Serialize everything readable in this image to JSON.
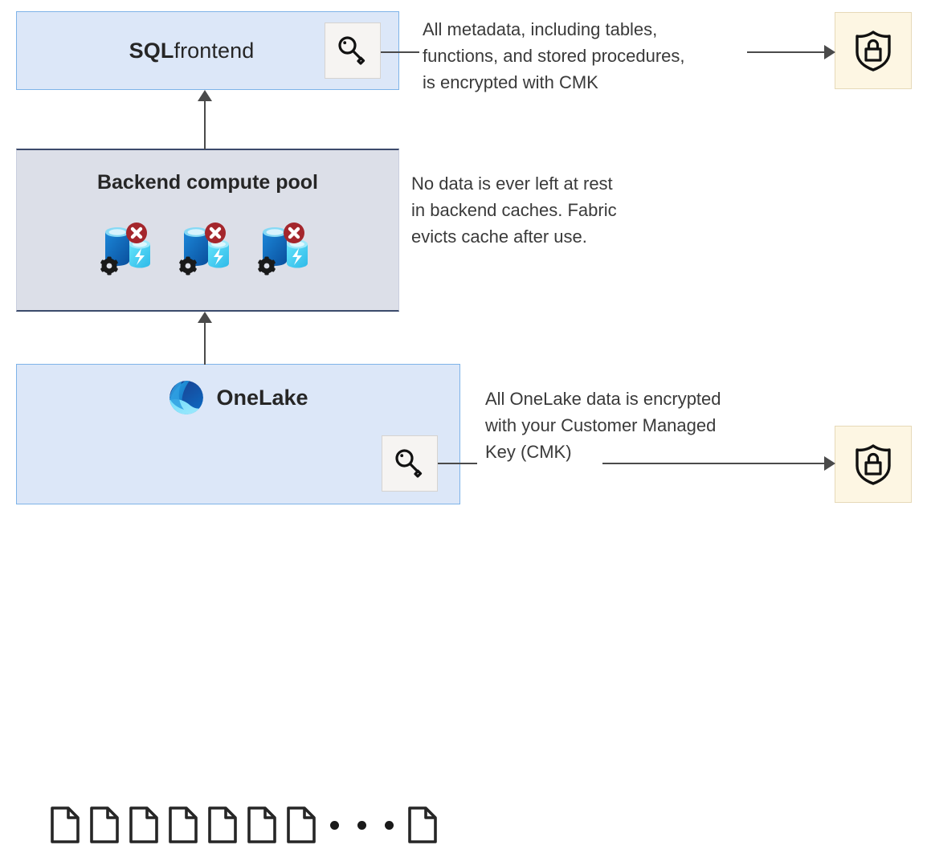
{
  "diagram": {
    "title": "Fabric SQL / OneLake CMK encryption architecture",
    "colors": {
      "blue_box_fill": "#dce7f8",
      "blue_box_border": "#7eb3e8",
      "grey_box_fill": "#dcdfe8",
      "grey_box_border": "#3b4a6b",
      "chip_fill": "#f6f4f2",
      "shield_fill": "#fdf6e3",
      "shield_border": "#e6d9b8",
      "connector": "#4a4a4a",
      "text": "#262626",
      "badge_red": "#a4262c",
      "cylinder_dark_blue": "#0f6cbd",
      "cylinder_cyan": "#50e6ff"
    },
    "sql": {
      "title_bold": "SQL",
      "title_regular": " frontend",
      "key_icon": "key-icon"
    },
    "backend": {
      "title": "Backend compute pool",
      "node_count": 3,
      "node_icon": "database-compute-disabled-icon"
    },
    "onelake": {
      "label": "OneLake",
      "logo_icon": "onelake-logo-icon",
      "key_icon": "key-icon",
      "file_count": 7,
      "file_icon": "file-document-icon",
      "ellipsis_dots": 3,
      "trailing_file_count": 1
    },
    "notes": {
      "metadata": "All metadata, including tables,\nfunctions, and stored procedures,\nis encrypted with CMK",
      "cache": "No data is ever left at rest\nin backend caches. Fabric\nevicts cache after use.",
      "onelake_cmk": "All OneLake data is encrypted\nwith your Customer Managed\nKey (CMK)"
    },
    "shields": {
      "top_icon": "shield-lock-icon",
      "bottom_icon": "shield-lock-icon"
    },
    "arrows": {
      "onelake_to_backend": "arrow-up",
      "backend_to_sql": "arrow-up",
      "key_to_shield_top": "arrow-right",
      "key_to_shield_bottom": "arrow-right"
    }
  }
}
